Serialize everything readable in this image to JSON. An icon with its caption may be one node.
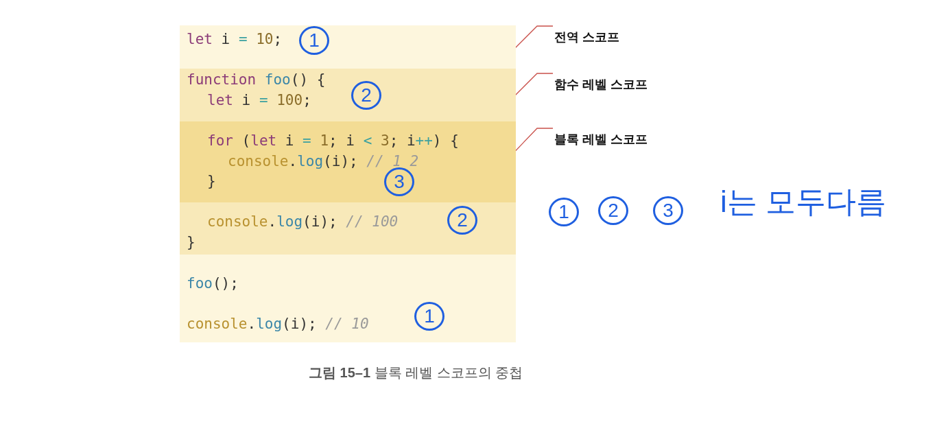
{
  "diagram": {
    "caption": "**그림 15–1** 블록 레벨 스코프의 중첩",
    "nodes": [
      {
        "text": [
          "let i = 10;",
          "foo();",
          "console.log(i); // 10"
        ]
      },
      {
        "text": [
          "function foo() {",
          "let i = 100;",
          "console.log(i); // 100",
          "}"
        ],
        "in": 0
      },
      {
        "text": [
          "for (let i = 1; i < 3; i++) {",
          "console.log(i); // 1 2",
          "}"
        ],
        "in": 1
      },
      {
        "text": [
          "전역 스코프"
        ]
      },
      {
        "text": [
          "함수 레벨 스코프"
        ]
      },
      {
        "text": [
          "블록 레벨 스코프"
        ]
      }
    ],
    "edges": [
      {
        "from": 3,
        "to": 0,
        "arrow": "none"
      },
      {
        "from": 4,
        "to": 1,
        "arrow": "none"
      },
      {
        "from": 5,
        "to": 2,
        "arrow": "none"
      }
    ],
    "labels": [
      "1",
      "2",
      "3",
      "2",
      "1",
      "1",
      "2",
      "3",
      "i는 모두다름"
    ]
  }
}
